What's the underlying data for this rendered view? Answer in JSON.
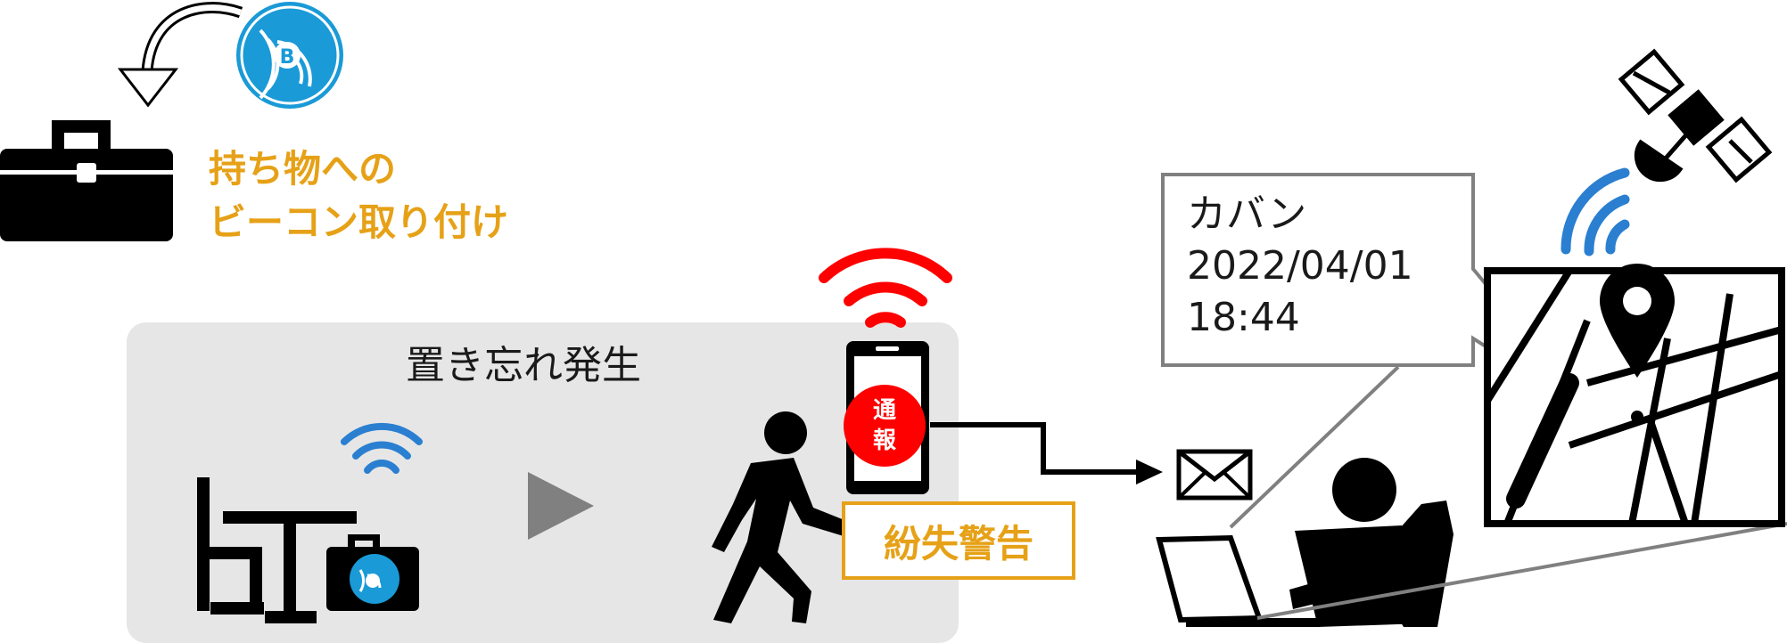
{
  "attach_label": {
    "line1": "持ち物への",
    "line2": "ビーコン取り付け"
  },
  "scene": {
    "title": "置き忘れ発生"
  },
  "phone": {
    "badge_line1": "通",
    "badge_line2": "報"
  },
  "alert": {
    "label": "紛失警告"
  },
  "callout": {
    "item": "カバン",
    "date": "2022/04/01",
    "time": "18:44"
  },
  "beacon_letter": "B",
  "colors": {
    "accent": "#e6a117",
    "beacon_blue": "#1a9ad7",
    "wifi_blue": "#2a7fd0",
    "alarm_red": "#ff0000",
    "panel_gray": "#e6e6e6",
    "arrow_gray": "#808080"
  },
  "icons": [
    "briefcase-icon",
    "beacon-icon",
    "desk-chair-icon",
    "walking-person-icon",
    "smartphone-icon",
    "wifi-signal-icon",
    "envelope-icon",
    "person-laptop-icon",
    "satellite-icon",
    "map-pin-icon"
  ]
}
